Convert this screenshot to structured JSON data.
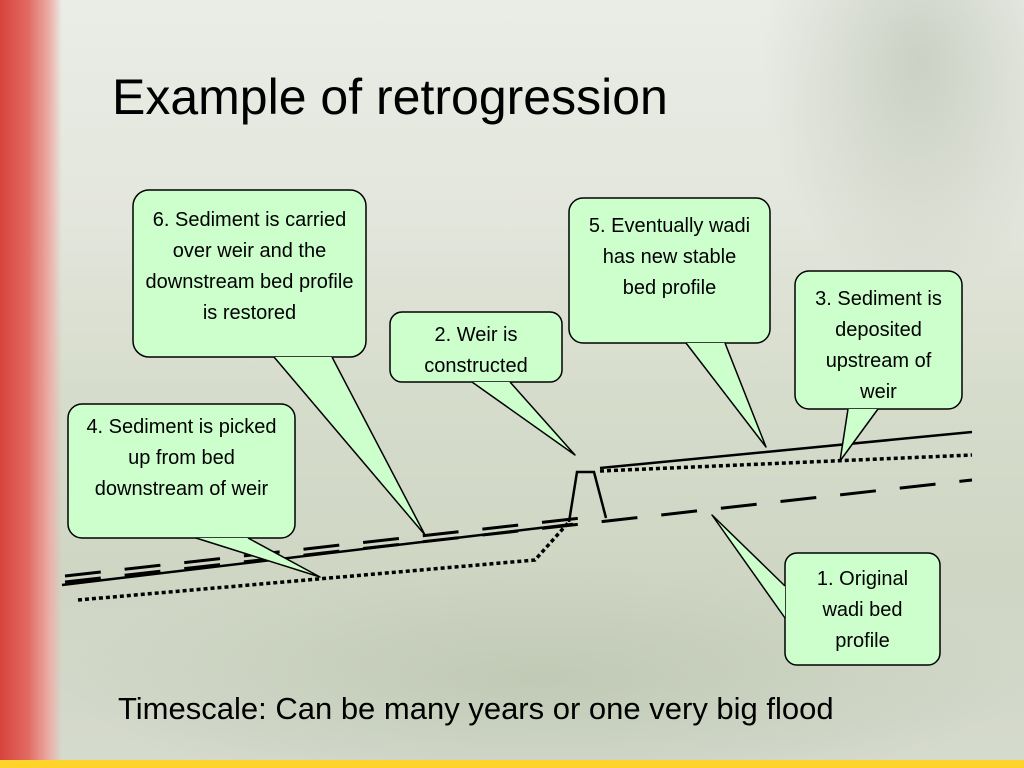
{
  "title": "Example of retrogression",
  "callouts": {
    "c1": "1. Original wadi bed profile",
    "c2": "2. Weir is constructed",
    "c3": "3. Sediment is deposited upstream of weir",
    "c4": "4. Sediment is picked up from bed downstream of weir",
    "c5": "5. Eventually wadi has new stable bed profile",
    "c6": "6. Sediment is carried over weir and the downstream bed profile is restored"
  },
  "footer": "Timescale: Can be many years or one very big flood",
  "colors": {
    "callout_fill": "#ccffcc",
    "callout_stroke": "#000000",
    "accent_red": "#d8433d",
    "accent_yellow": "#ffd42a"
  }
}
